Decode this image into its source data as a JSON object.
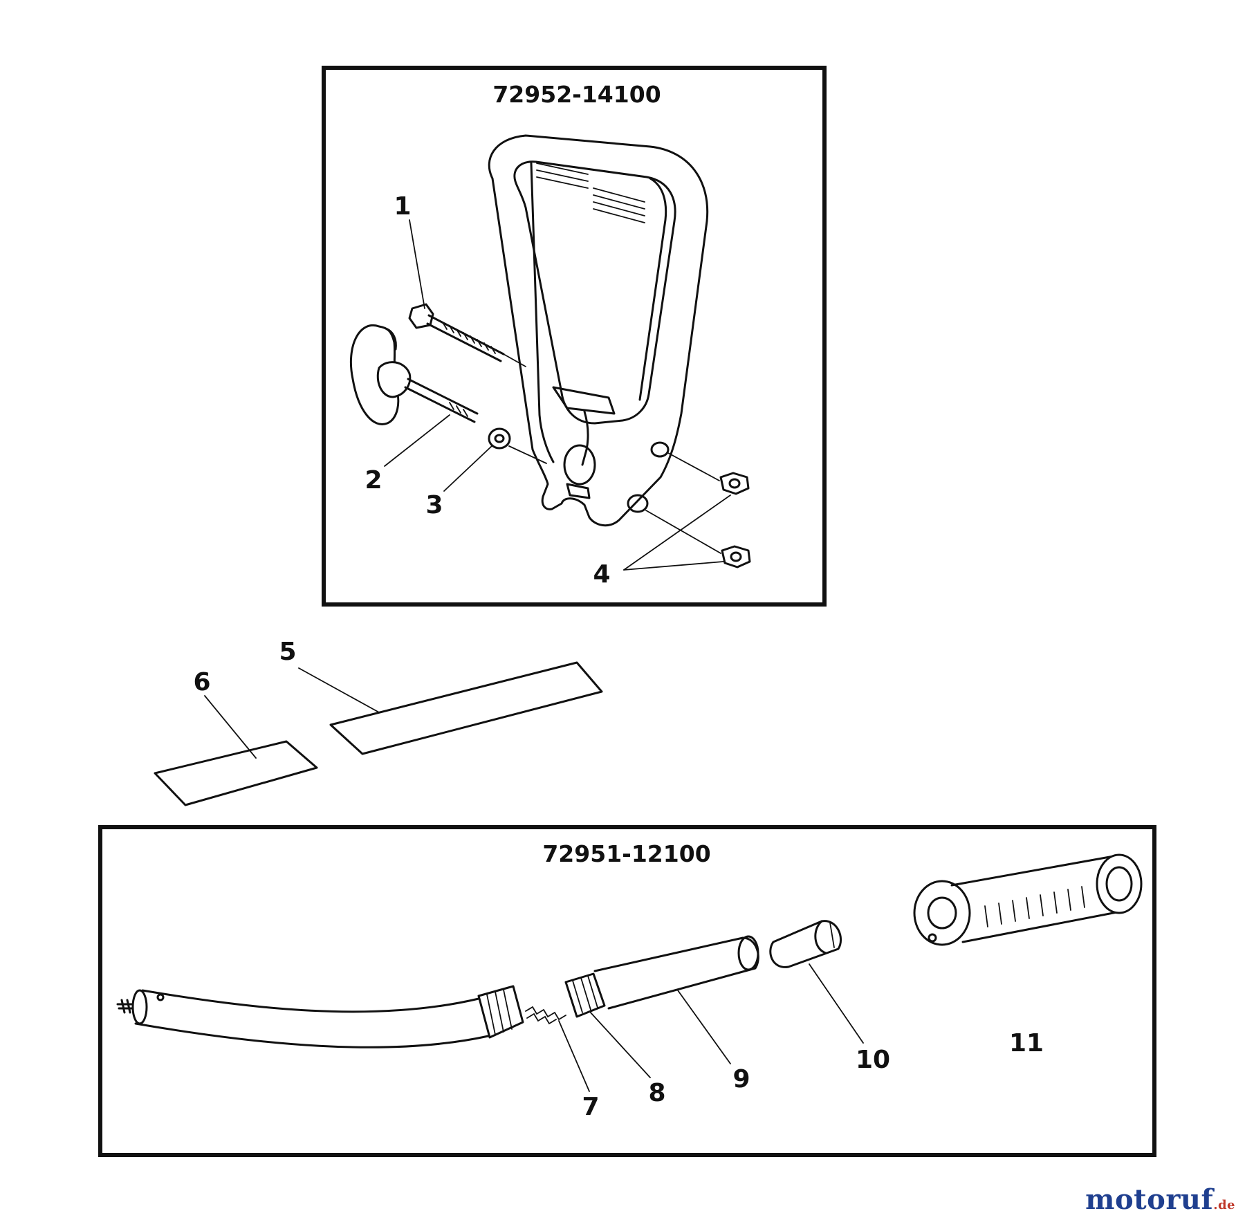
{
  "assemblies": [
    {
      "part_number": "72952-14100"
    },
    {
      "part_number": "72951-12100"
    }
  ],
  "callouts": [
    "1",
    "2",
    "3",
    "4",
    "5",
    "6",
    "7",
    "8",
    "9",
    "10",
    "11"
  ],
  "watermark": {
    "main": "motoruf",
    "tld": ".de"
  },
  "colors": {
    "ink": "#111111",
    "background": "#ffffff",
    "watermark_blue": "#1f3f8f",
    "watermark_red": "#c0392b"
  }
}
